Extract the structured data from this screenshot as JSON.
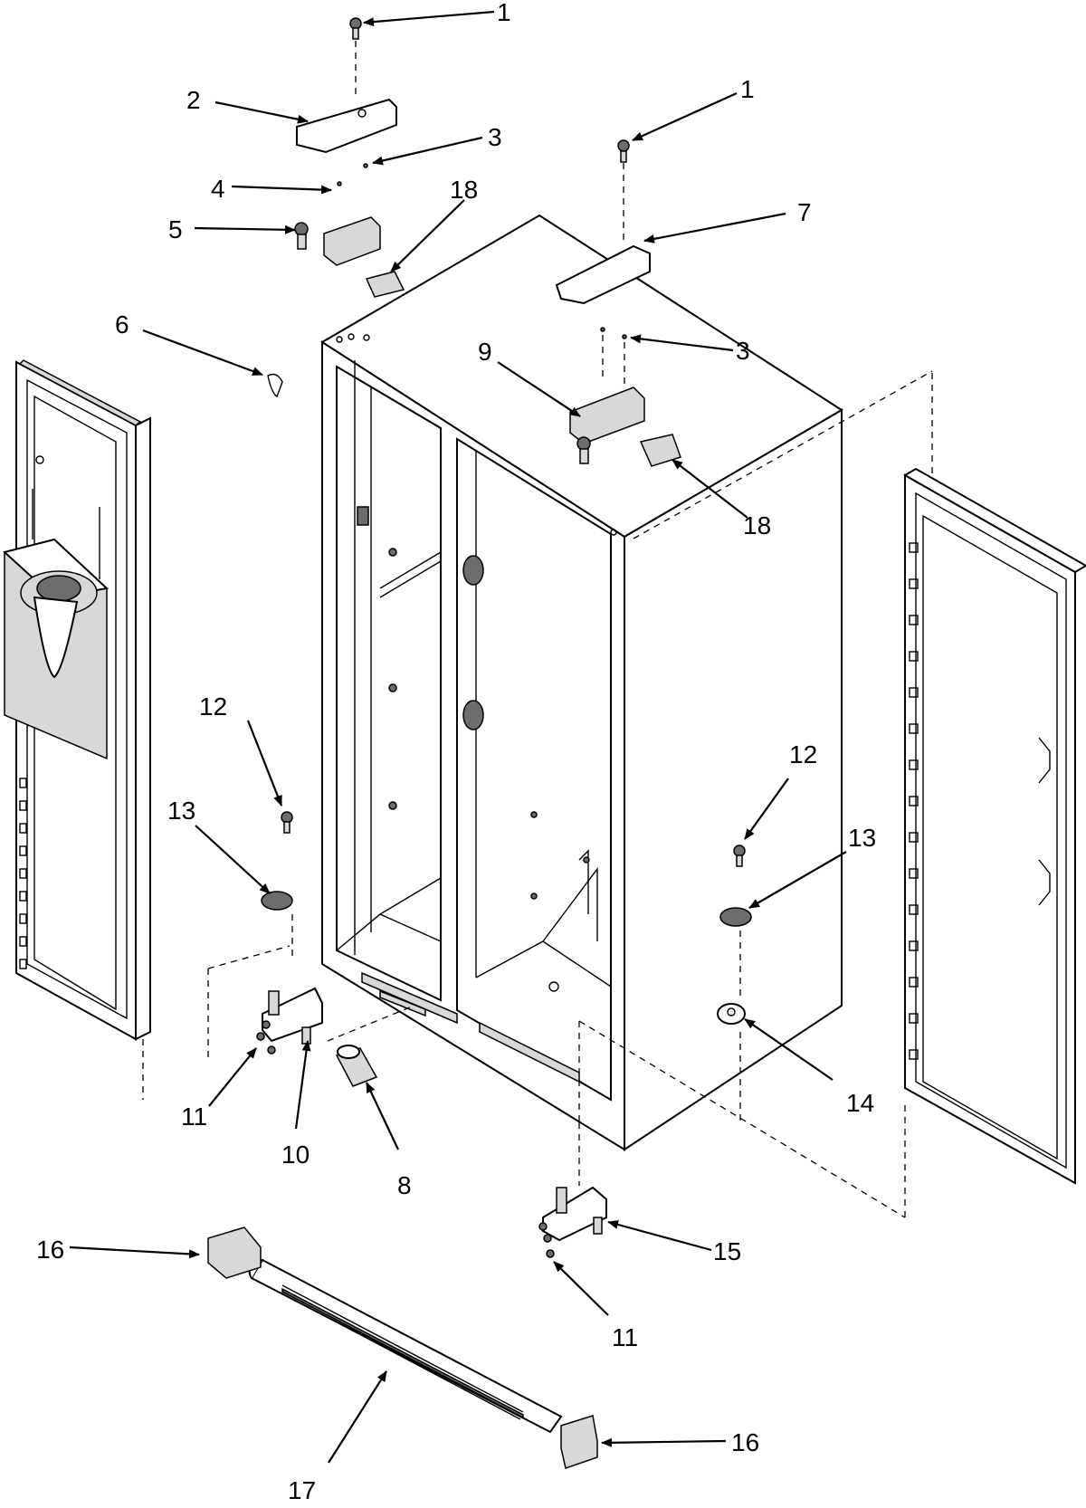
{
  "diagram": {
    "callouts": [
      {
        "id": "c1a",
        "label": "1"
      },
      {
        "id": "c2",
        "label": "2"
      },
      {
        "id": "c3a",
        "label": "3"
      },
      {
        "id": "c4",
        "label": "4"
      },
      {
        "id": "c5",
        "label": "5"
      },
      {
        "id": "c18a",
        "label": "18"
      },
      {
        "id": "c1b",
        "label": "1"
      },
      {
        "id": "c7",
        "label": "7"
      },
      {
        "id": "c6",
        "label": "6"
      },
      {
        "id": "c3b",
        "label": "3"
      },
      {
        "id": "c9",
        "label": "9"
      },
      {
        "id": "c18b",
        "label": "18"
      },
      {
        "id": "c12a",
        "label": "12"
      },
      {
        "id": "c13a",
        "label": "13"
      },
      {
        "id": "c12b",
        "label": "12"
      },
      {
        "id": "c13b",
        "label": "13"
      },
      {
        "id": "c14",
        "label": "14"
      },
      {
        "id": "c11a",
        "label": "11"
      },
      {
        "id": "c10",
        "label": "10"
      },
      {
        "id": "c8",
        "label": "8"
      },
      {
        "id": "c15",
        "label": "15"
      },
      {
        "id": "c16a",
        "label": "16"
      },
      {
        "id": "c11b",
        "label": "11"
      },
      {
        "id": "c16b",
        "label": "16"
      },
      {
        "id": "c17",
        "label": "17"
      }
    ]
  }
}
